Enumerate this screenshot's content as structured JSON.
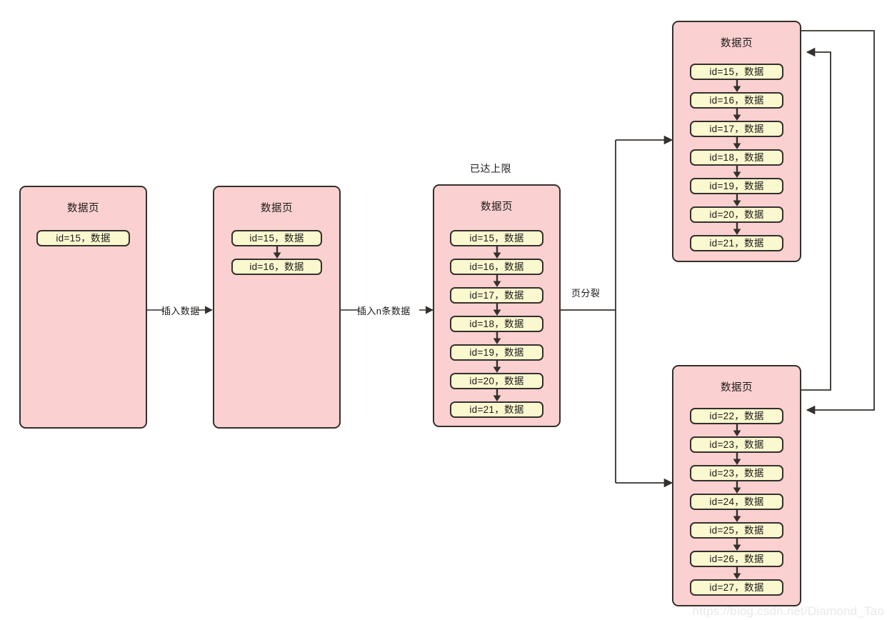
{
  "diagram": {
    "title_label": "数据页",
    "capacity_note": "已达上限",
    "edges": {
      "insert_one": "插入数据",
      "insert_n": "插入n条数据",
      "page_split": "页分裂"
    },
    "colors": {
      "page_fill": "#fad0d0",
      "page_stroke": "#34302d",
      "row_fill": "#faf8cf",
      "row_stroke": "#34302d",
      "wire": "#34302d",
      "watermark": "#e9e9e9"
    },
    "watermark": "https://blog.csdn.net/Diamond_Tao",
    "pages": [
      {
        "id": "page-1",
        "title": "数据页",
        "rows": [
          "id=15，数据"
        ]
      },
      {
        "id": "page-2",
        "title": "数据页",
        "rows": [
          "id=15，数据",
          "id=16，数据"
        ]
      },
      {
        "id": "page-3",
        "title": "数据页",
        "rows": [
          "id=15，数据",
          "id=16，数据",
          "id=17，数据",
          "id=18，数据",
          "id=19，数据",
          "id=20，数据",
          "id=21，数据"
        ]
      },
      {
        "id": "page-4",
        "title": "数据页",
        "rows": [
          "id=15，数据",
          "id=16，数据",
          "id=17，数据",
          "id=18，数据",
          "id=19，数据",
          "id=20，数据",
          "id=21，数据"
        ]
      },
      {
        "id": "page-5",
        "title": "数据页",
        "rows": [
          "id=22，数据",
          "id=23，数据",
          "id=23，数据",
          "id=24，数据",
          "id=25，数据",
          "id=26，数据",
          "id=27，数据"
        ]
      }
    ]
  }
}
